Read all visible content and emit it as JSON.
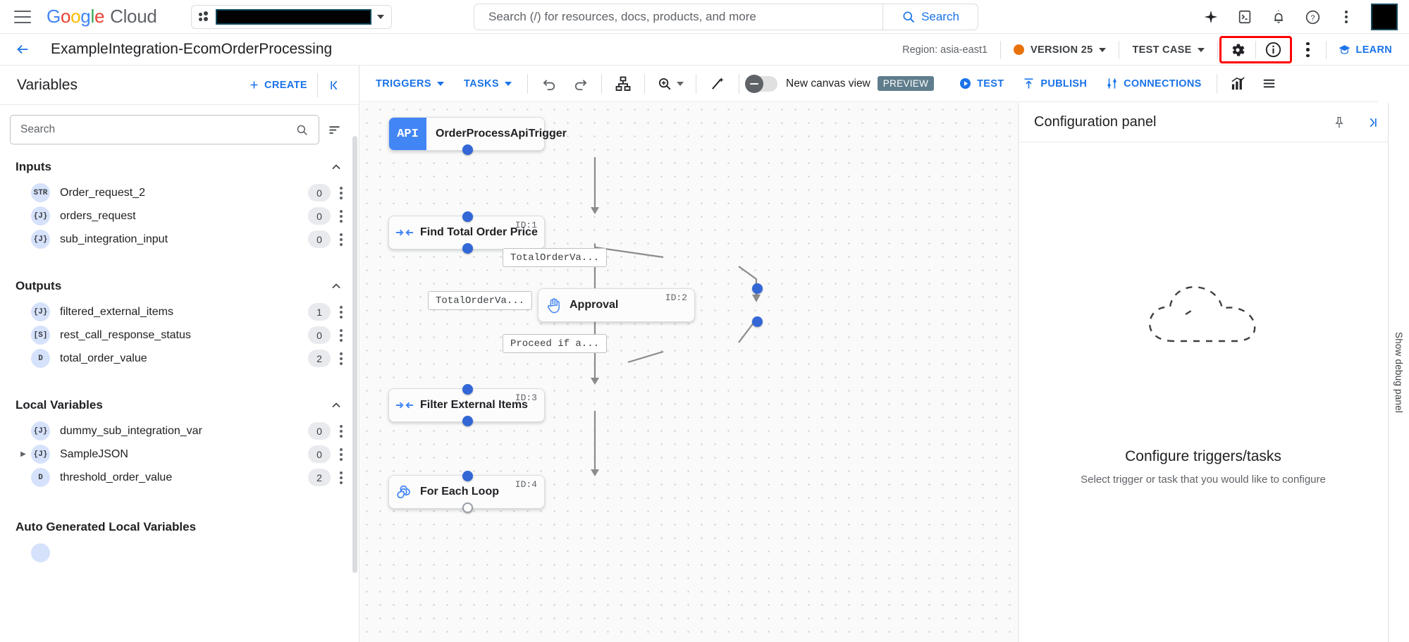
{
  "topbar": {
    "menu_icon": "hamburger-icon",
    "logo": {
      "google": "Google",
      "cloud": "Cloud"
    },
    "project_selector": {
      "value": "",
      "icon": "project-dots-icon"
    },
    "search": {
      "placeholder": "Search (/) for resources, docs, products, and more",
      "button_label": "Search",
      "icon": "search-icon"
    },
    "icons": [
      "gemini-sparkle-icon",
      "cloud-shell-icon",
      "notifications-bell-icon",
      "help-circle-icon",
      "more-vert-icon"
    ],
    "avatar": "avatar"
  },
  "subheader": {
    "back_label": "back-arrow",
    "title": "ExampleIntegration-EcomOrderProcessing",
    "region": "Region: asia-east1",
    "version": {
      "label": "VERSION 25",
      "status_color": "#E8710A"
    },
    "test_case": "TEST CASE",
    "settings_icon": "gear-icon",
    "info_icon": "info-circle-icon",
    "overflow_icon": "more-vert-icon",
    "learn": "LEARN",
    "highlight_color": "#ff0000"
  },
  "left_panel": {
    "title": "Variables",
    "create_label": "CREATE",
    "collapse_icon": "collapse-left-icon",
    "search_placeholder": "Search",
    "sort_icon": "sort-icon",
    "groups": [
      {
        "title": "Inputs",
        "items": [
          {
            "type": "STR",
            "name": "Order_request_2",
            "count": "0"
          },
          {
            "type": "{J}",
            "name": "orders_request",
            "count": "0"
          },
          {
            "type": "{J}",
            "name": "sub_integration_input",
            "count": "0"
          }
        ]
      },
      {
        "title": "Outputs",
        "items": [
          {
            "type": "{J}",
            "name": "filtered_external_items",
            "count": "1"
          },
          {
            "type": "[S]",
            "name": "rest_call_response_status",
            "count": "0"
          },
          {
            "type": "D",
            "name": "total_order_value",
            "count": "2"
          }
        ]
      },
      {
        "title": "Local Variables",
        "items": [
          {
            "type": "{J}",
            "name": "dummy_sub_integration_var",
            "count": "0"
          },
          {
            "type": "{J}",
            "name": "SampleJSON",
            "count": "0",
            "expandable": true
          },
          {
            "type": "D",
            "name": "threshold_order_value",
            "count": "2"
          }
        ]
      }
    ],
    "auto_generated_title": "Auto Generated Local Variables"
  },
  "canvas_toolbar": {
    "triggers": "TRIGGERS",
    "tasks": "TASKS",
    "undo_icon": "undo-icon",
    "redo_icon": "redo-icon",
    "layout_icon": "auto-layout-icon",
    "zoom_icon": "zoom-in-icon",
    "magic_icon": "magic-wand-icon",
    "new_canvas_label": "New canvas view",
    "preview_badge": "PREVIEW",
    "test": "TEST",
    "publish": "PUBLISH",
    "connections": "CONNECTIONS",
    "analytics_icon": "analytics-icon",
    "list_icon": "list-view-icon"
  },
  "flow": {
    "nodes": [
      {
        "name": "OrderProcessApiTrigger",
        "badge": "API",
        "id": "",
        "kind": "trigger"
      },
      {
        "name": "Find Total Order Price",
        "id": "ID:1",
        "icon": "data-mapping-icon"
      },
      {
        "name": "Approval",
        "id": "ID:2",
        "icon": "approval-hand-icon"
      },
      {
        "name": "Filter External Items",
        "id": "ID:3",
        "icon": "data-mapping-icon"
      },
      {
        "name": "For Each Loop",
        "id": "ID:4",
        "icon": "loop-infinity-icon"
      }
    ],
    "edge_labels": [
      "TotalOrderVa...",
      "TotalOrderVa...",
      "Proceed if a..."
    ]
  },
  "config_panel": {
    "title": "Configuration panel",
    "pin_icon": "pin-icon",
    "expand_icon": "expand-right-icon",
    "empty_heading": "Configure triggers/tasks",
    "empty_sub": "Select trigger or task that you would like to configure",
    "empty_icon": "dashed-cloud-icon"
  },
  "debug_rail": {
    "label": "Show debug panel"
  }
}
